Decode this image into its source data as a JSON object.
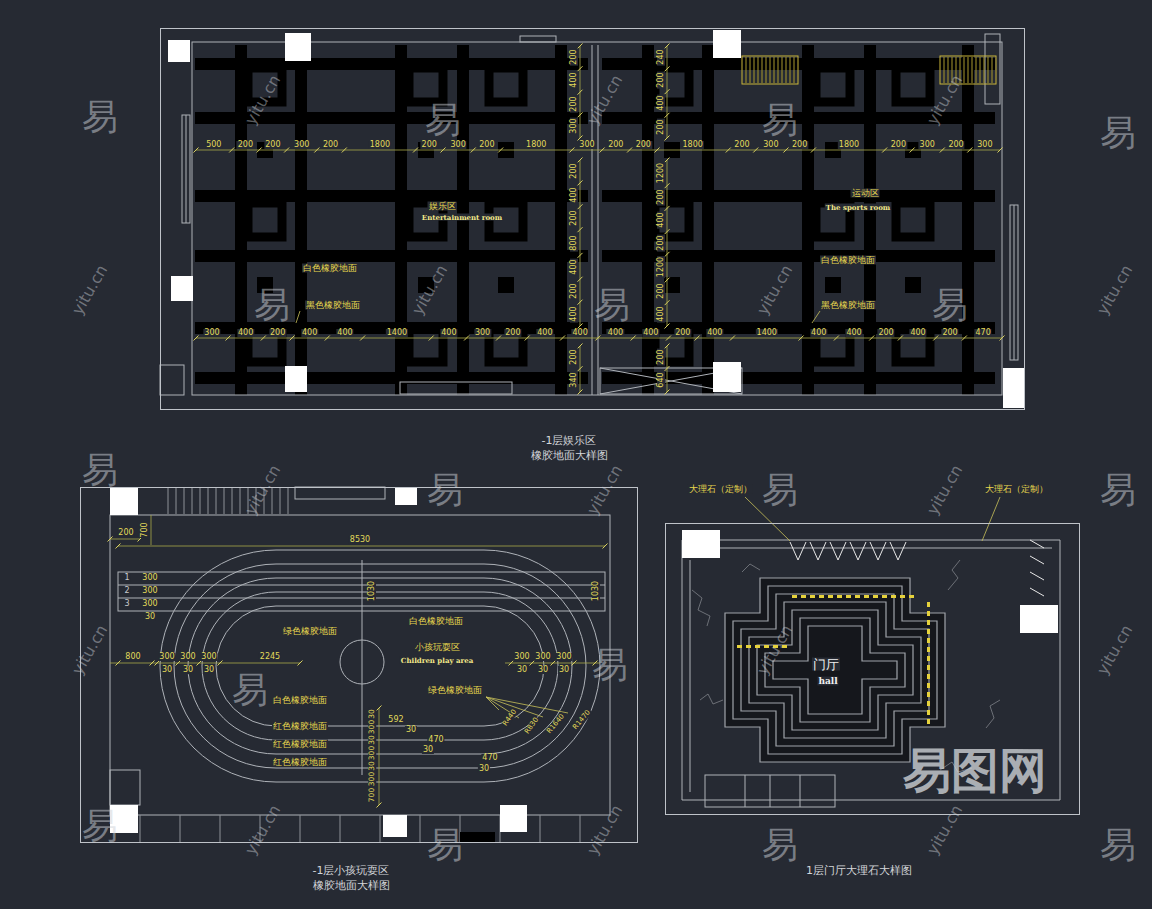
{
  "diagram": {
    "nodes": [
      {
        "text": [
          "-1层娱乐区",
          "橡胶地面大样图"
        ]
      },
      {
        "text": [
          "-1层小孩玩耍区",
          "橡胶地面大样图"
        ]
      },
      {
        "text": [
          "1层门厅大理石大样图"
        ]
      }
    ],
    "labels": [
      "500",
      "200",
      "200",
      "300",
      "200",
      "1800",
      "200",
      "300",
      "200",
      "1800",
      "300",
      "200",
      "200",
      "1800",
      "200",
      "300",
      "200",
      "1800",
      "200",
      "300",
      "200",
      "300",
      "300",
      "400",
      "200",
      "400",
      "400",
      "1400",
      "400",
      "300",
      "200",
      "400",
      "400",
      "400",
      "400",
      "200",
      "400",
      "1400",
      "400",
      "400",
      "200",
      "400",
      "200",
      "470",
      "200",
      "400",
      "200",
      "300",
      "200",
      "400",
      "200",
      "800",
      "400",
      "200",
      "400",
      "200",
      "340",
      "240",
      "200",
      "400",
      "200",
      "1200",
      "200",
      "400",
      "200",
      "1200",
      "200",
      "400",
      "200",
      "640",
      "娱乐区",
      "Entertainment room",
      "运动区",
      "The sports room",
      "白色橡胶地面",
      "黑色橡胶地面",
      "白色橡胶地面",
      "黑色橡胶地面",
      "200",
      "700",
      "8530",
      "1",
      "2",
      "3",
      "300",
      "300",
      "300",
      "30",
      "1030",
      "1030",
      "800",
      "300",
      "300",
      "300",
      "2245",
      "30",
      "30",
      "30",
      "300",
      "300",
      "300",
      "30",
      "30",
      "30",
      "绿色橡胶地面",
      "白色橡胶地面",
      "小孩玩耍区",
      "Children play area",
      "白色橡胶地面",
      "绿色橡胶地面",
      "红色橡胶地面",
      "红色橡胶地面",
      "红色橡胶地面",
      "R440",
      "R830",
      "R1640",
      "R1470",
      "30",
      "300",
      "30",
      "300",
      "30",
      "300",
      "700",
      "592",
      "30",
      "470",
      "30",
      "470",
      "30",
      "大理石（定制）",
      "大理石（定制）",
      "门厅",
      "hall",
      "易",
      "易",
      "易",
      "易",
      "易",
      "易",
      "易",
      "易",
      "易",
      "易",
      "易",
      "易",
      "易",
      "易",
      "易",
      "易",
      "易",
      "yitu.cn",
      "yitu.cn",
      "yitu.cn",
      "yitu.cn",
      "yitu.cn",
      "yitu.cn",
      "yitu.cn",
      "yitu.cn",
      "yitu.cn",
      "yitu.cn",
      "yitu.cn",
      "yitu.cn",
      "yitu.cn",
      "yitu.cn",
      "yitu.cn",
      "yitu.cn",
      "易图网"
    ]
  }
}
